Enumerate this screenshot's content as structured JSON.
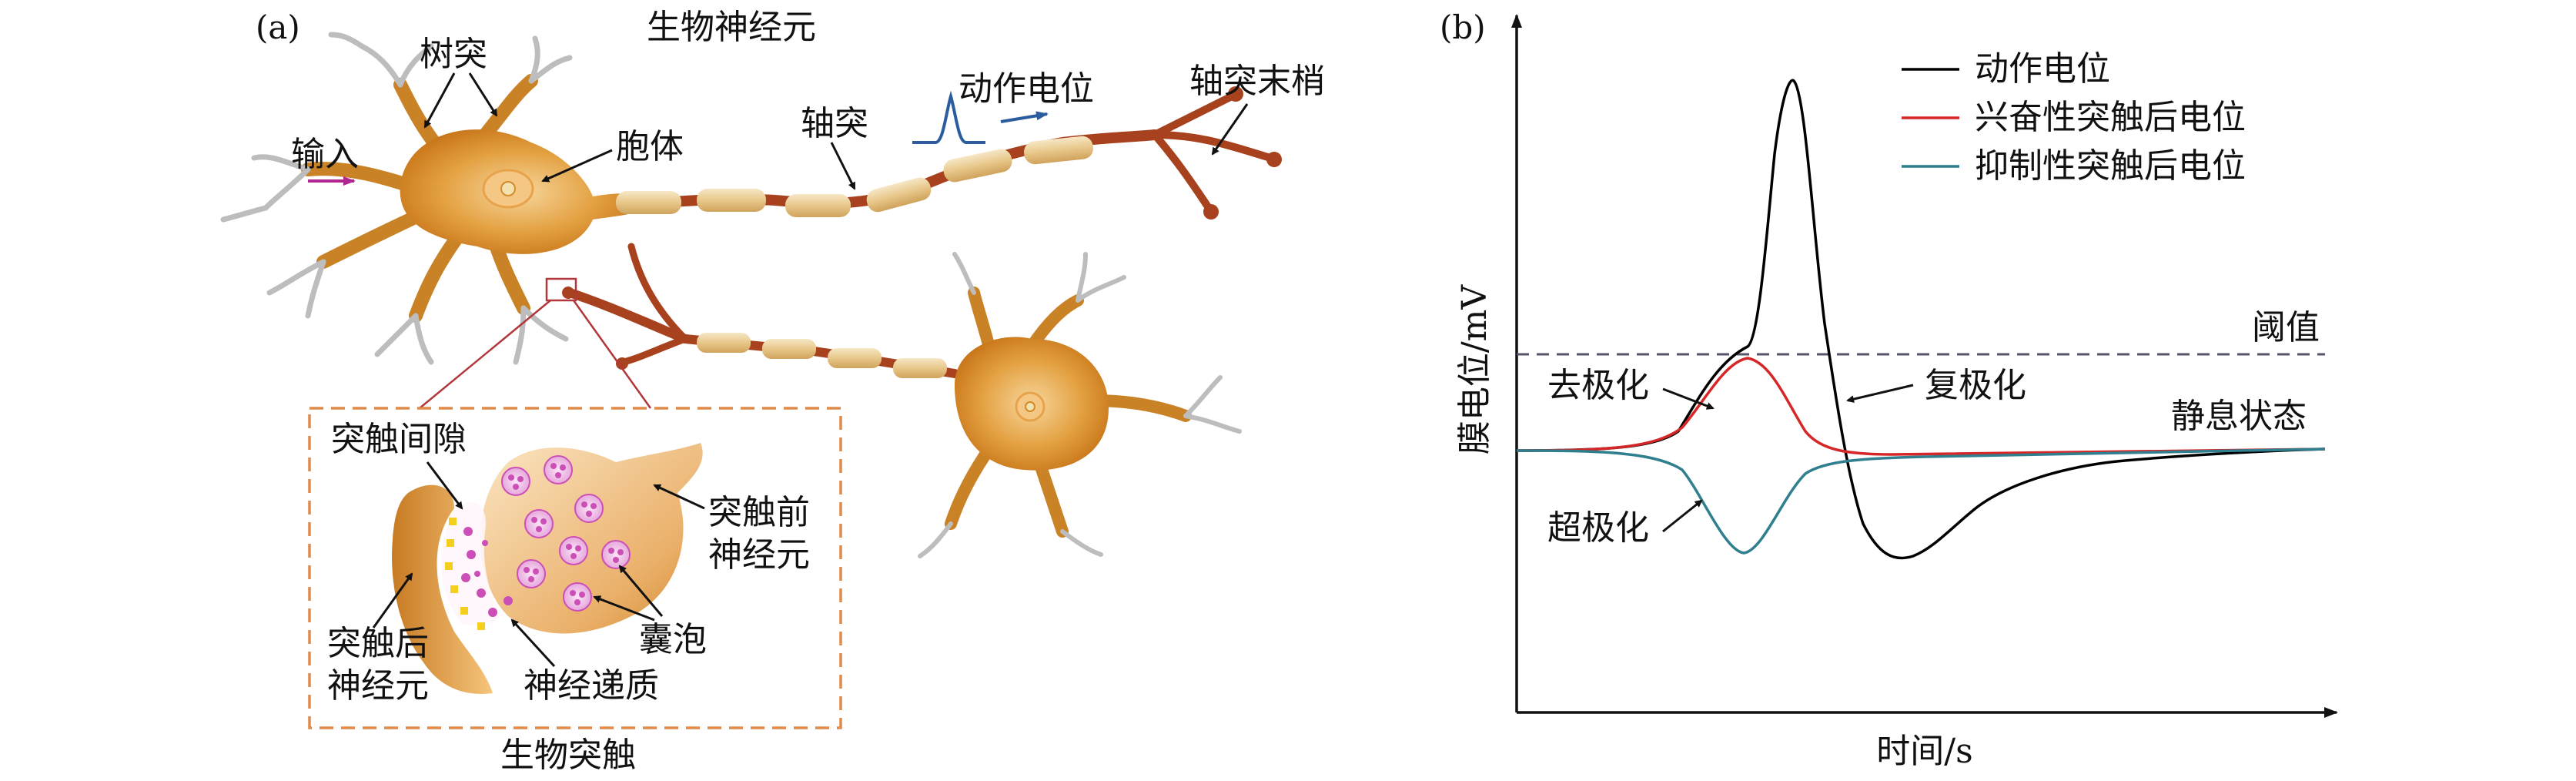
{
  "panel_a": {
    "tag": "(a)",
    "title": "生物神经元",
    "labels": {
      "dendrite": "树突",
      "input": "输入",
      "soma": "胞体",
      "axon": "轴突",
      "action_potential": "动作电位",
      "axon_terminal": "轴突末梢",
      "synaptic_cleft": "突触间隙",
      "presynaptic_1": "突触前",
      "presynaptic_2": "神经元",
      "vesicle": "囊泡",
      "postsynaptic_1": "突触后",
      "postsynaptic_2": "神经元",
      "neurotransmitter": "神经递质",
      "synapse_title": "生物突触"
    },
    "colors": {
      "cell_body": "#d98a22",
      "cell_light": "#f2c27a",
      "axon_segment": "#e9c98f",
      "axon_dark": "#a8421e",
      "dendrite_tip": "#b9b9b9",
      "box_border": "#e08a4a",
      "vesicle": "#cc4fb8",
      "input_arrow": "#b0288f",
      "spike_arrow": "#2b5d9e"
    }
  },
  "panel_b": {
    "tag": "(b)",
    "labels": {
      "threshold": "阈值",
      "depolarization": "去极化",
      "repolarization": "复极化",
      "resting": "静息状态",
      "hyperpolarization": "超极化"
    },
    "chart_data": {
      "type": "line",
      "title": "",
      "xlabel": "时间/s",
      "ylabel": "膜电位/mV",
      "legend_position": "top-right",
      "grid": false,
      "series": [
        {
          "name": "动作电位",
          "color": "#000000"
        },
        {
          "name": "兴奋性突触后电位",
          "color": "#d62728"
        },
        {
          "name": "抑制性突触后电位",
          "color": "#2f7f8f"
        }
      ],
      "annotations": [
        "阈值",
        "去极化",
        "复极化",
        "静息状态",
        "超极化"
      ]
    }
  }
}
